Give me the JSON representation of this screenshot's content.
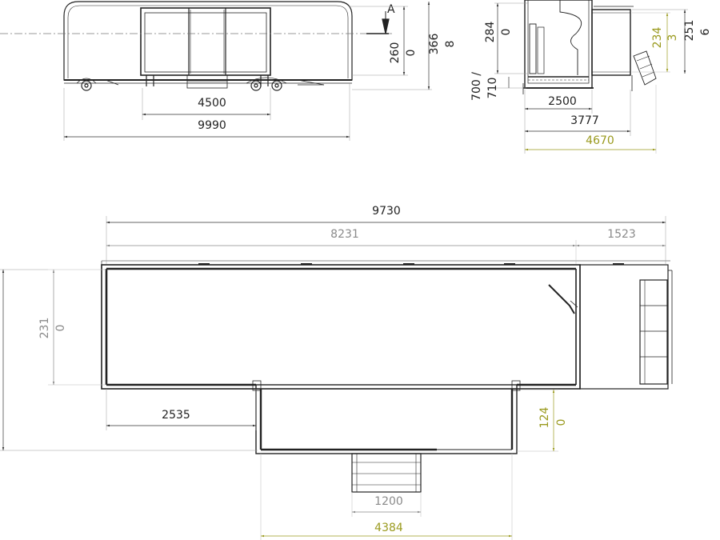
{
  "colors": {
    "line": "#222222",
    "dim_dark": "#333333",
    "dim_gray": "#8a8a8a",
    "dim_olive": "#9a9a1e",
    "background": "#ffffff"
  },
  "side_view": {
    "section_marker": "A",
    "dims": {
      "height_a_top": "260",
      "height_a_bottom": "0",
      "overall_height_top": "366",
      "overall_height_bottom": "8",
      "slide_width": "4500",
      "overall_length": "9990"
    }
  },
  "end_view": {
    "dims": {
      "inner_height_top": "284",
      "inner_height_bottom": "0",
      "olive_height_top": "234",
      "olive_height_bottom": "3",
      "right_height_top": "251",
      "right_height_bottom": "6",
      "floor_height_top": "700 /",
      "floor_height_bottom": "710",
      "body_width": "2500",
      "extended_width": "3777",
      "overall_width": "4670"
    }
  },
  "plan_view": {
    "dims": {
      "overall_length": "9730",
      "main_body_length": "8231",
      "rear_section_length": "1523",
      "body_width_top": "231",
      "body_width_bottom": "0",
      "slide_offset": "2535",
      "slide_depth_top": "124",
      "slide_depth_bottom": "0",
      "stair_width": "1200",
      "slide_length": "4384"
    }
  }
}
